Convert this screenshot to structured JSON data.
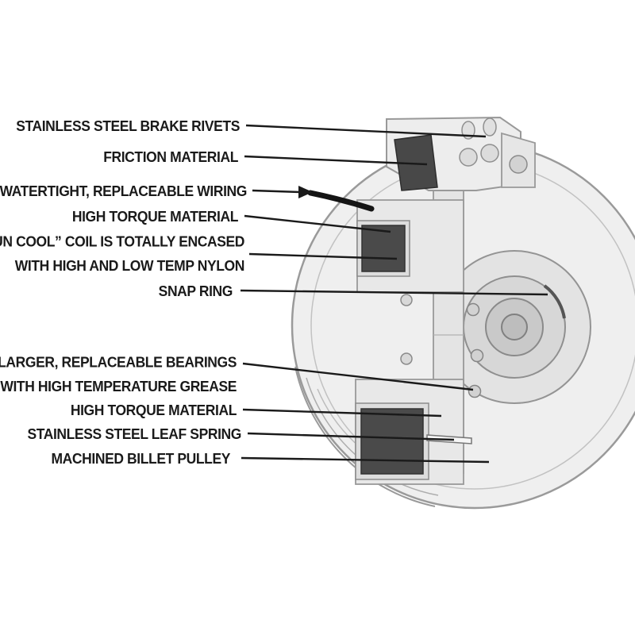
{
  "figure": {
    "type": "technical-cutaway-diagram",
    "subject": "electric clutch pulley assembly cross-section"
  },
  "callouts": [
    {
      "id": "brake-rivets",
      "label": "STAINLESS STEEL BRAKE RIVETS"
    },
    {
      "id": "friction-material",
      "label": "FRICTION MATERIAL"
    },
    {
      "id": "wiring",
      "label": "WATERTIGHT, REPLACEABLE WIRING"
    },
    {
      "id": "high-torque-top",
      "label": "HIGH TORQUE MATERIAL"
    },
    {
      "id": "run-cool-coil",
      "label_line1": "“RUN COOL” COIL IS TOTALLY ENCASED",
      "label_line2": "WITH HIGH AND LOW TEMP NYLON"
    },
    {
      "id": "snap-ring",
      "label": "SNAP RING"
    },
    {
      "id": "bearings",
      "label_line1": "LARGER, REPLACEABLE BEARINGS",
      "label_line2": "WITH HIGH TEMPERATURE GREASE"
    },
    {
      "id": "high-torque-bottom",
      "label": "HIGH TORQUE MATERIAL"
    },
    {
      "id": "leaf-spring",
      "label": "STAINLESS STEEL LEAF SPRING"
    },
    {
      "id": "billet-pulley",
      "label": "MACHINED BILLET PULLEY"
    }
  ],
  "colors": {
    "label_text": "#1a1a1a",
    "leader_line": "#1a1a1a",
    "metal_light": "#ededed",
    "metal_mid": "#d6d6d6",
    "metal_dark": "#474747",
    "outline": "#9a9a9a",
    "background": "#ffffff"
  }
}
